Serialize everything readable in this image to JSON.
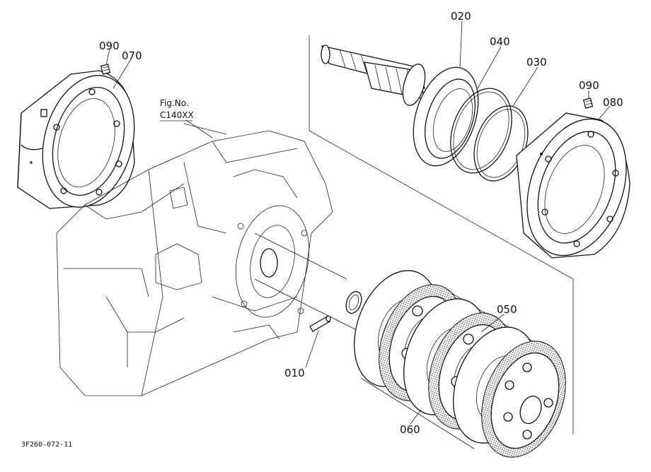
{
  "figure": {
    "ref_label": "Fig.No.",
    "ref_code": "C140XX",
    "drawing_code": "3F260-072-11"
  },
  "callouts": [
    {
      "id": "c-090-left",
      "text": "090"
    },
    {
      "id": "c-070",
      "text": "070"
    },
    {
      "id": "c-020",
      "text": "020"
    },
    {
      "id": "c-040",
      "text": "040"
    },
    {
      "id": "c-030",
      "text": "030"
    },
    {
      "id": "c-090-right",
      "text": "090"
    },
    {
      "id": "c-080",
      "text": "080"
    },
    {
      "id": "c-050",
      "text": "050"
    },
    {
      "id": "c-010",
      "text": "010"
    },
    {
      "id": "c-060",
      "text": "060"
    }
  ]
}
